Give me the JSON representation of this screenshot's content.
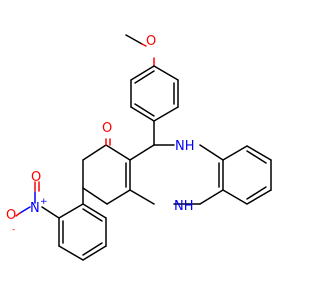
{
  "atoms": {
    "methoxy_o": {
      "text": "O",
      "color": "#ff0000"
    },
    "ketone_o": {
      "text": "O",
      "color": "#ff0000"
    },
    "amine_top": {
      "text": "NH",
      "prefix": "N",
      "suffix": "H",
      "color": "#0000ff"
    },
    "amine_bottom": {
      "text": "NH",
      "prefix": "N",
      "suffix": "H",
      "color": "#0000ff"
    },
    "nitro_n": {
      "text": "N",
      "color": "#0000ff"
    },
    "nitro_charge_pos": {
      "text": "+"
    },
    "nitro_o_single": {
      "text": "O",
      "color": "#ff0000"
    },
    "nitro_o_charge": {
      "text": "-"
    },
    "nitro_o_double": {
      "text": "O",
      "color": "#ff0000"
    }
  }
}
